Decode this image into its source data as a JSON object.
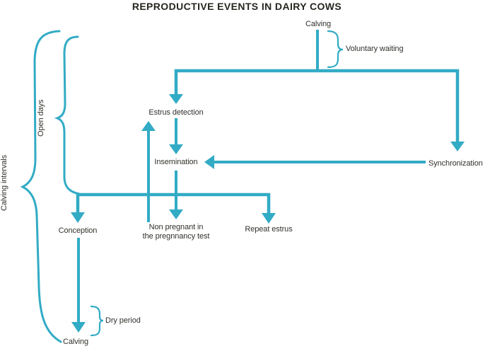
{
  "title": "REPRODUCTIVE EVENTS IN DAIRY COWS",
  "colors": {
    "accent": "#32abc5",
    "text": "#33312c",
    "title": "#26251f"
  },
  "diagram": {
    "nodes": {
      "calving_top": "Calving",
      "estrus_detection": "Estrus detection",
      "insemination": "Insemination",
      "synchronization": "Synchronization",
      "conception": "Conception",
      "non_pregnant_line1": "Non pregnant in",
      "non_pregnant_line2": "the pregnnancy test",
      "repeat_estrus": "Repeat estrus",
      "calving_bottom": "Calving"
    },
    "intervals": {
      "voluntary_waiting": "Voluntary waiting",
      "dry_period": "Dry period",
      "open_days": "Open days",
      "calving_intervals": "Calving intervals"
    }
  }
}
